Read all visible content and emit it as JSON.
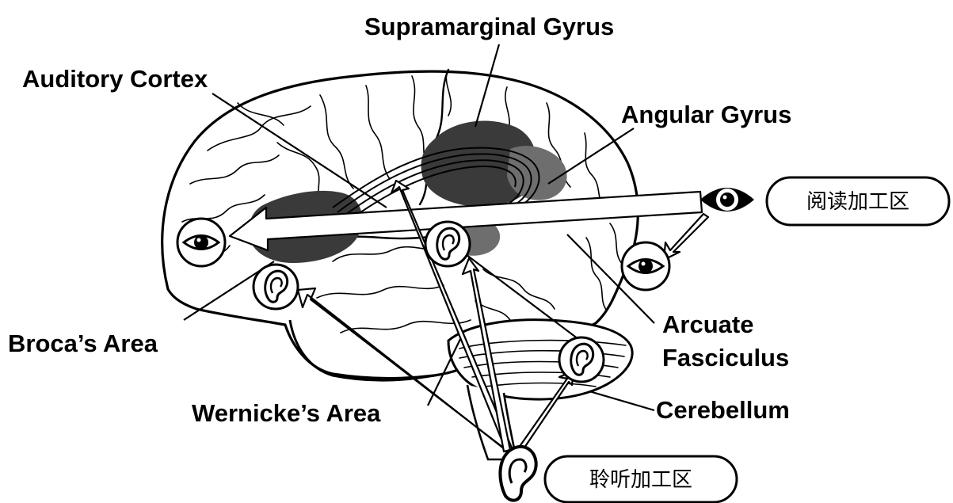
{
  "labels": {
    "supramarginal_gyrus": "Supramarginal Gyrus",
    "auditory_cortex": "Auditory Cortex",
    "angular_gyrus": "Angular Gyrus",
    "brocas_area": "Broca’s Area",
    "wernickes_area": "Wernicke’s Area",
    "arcuate_1": "Arcuate",
    "arcuate_2": "Fasciculus",
    "cerebellum": "Cerebellum"
  },
  "pathways": {
    "reading": "阅读加工区",
    "listening": "聆听加工区"
  },
  "colors": {
    "ink": "#000000",
    "region_dark": "#3a3a3a",
    "region_mid": "#6e6e6e",
    "background": "#ffffff"
  },
  "icons": [
    "eye-icon",
    "ear-icon"
  ]
}
